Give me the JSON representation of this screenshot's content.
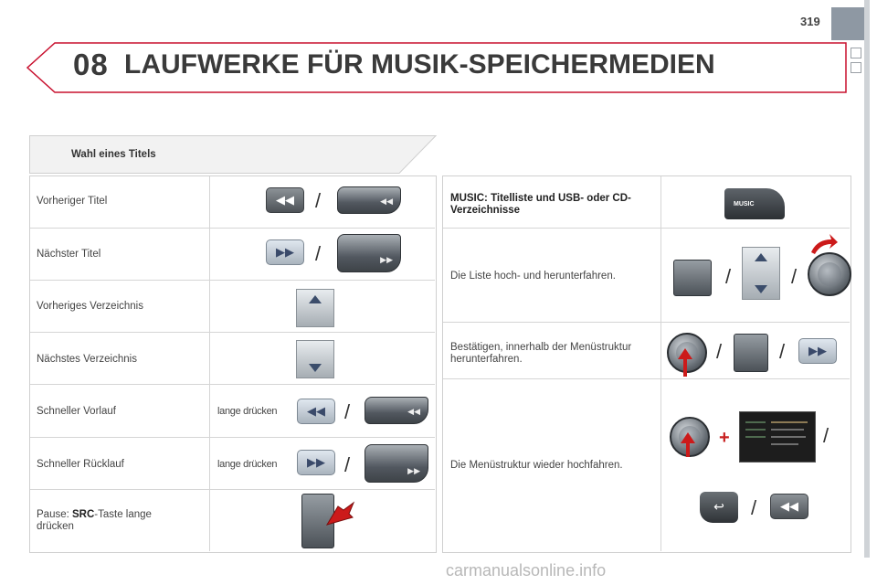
{
  "header": {
    "page_number": "319",
    "chapter": "08",
    "title": "LAUFWERKE FÜR MUSIK-SPEICHERMEDIEN",
    "accent_color": "#c8102e"
  },
  "section": {
    "title": "Wahl eines Titels"
  },
  "left_table": {
    "rows": [
      {
        "label": "Vorheriger Titel",
        "hold": ""
      },
      {
        "label": "Nächster Titel",
        "hold": ""
      },
      {
        "label": "Vorheriges Verzeichnis",
        "hold": ""
      },
      {
        "label": "Nächstes Verzeichnis",
        "hold": ""
      },
      {
        "label": "Schneller Vorlauf",
        "hold": "lange drücken"
      },
      {
        "label": "Schneller Rücklauf",
        "hold": "lange drücken"
      }
    ],
    "pause": {
      "prefix": "Pause: ",
      "key": "SRC",
      "suffix": "-Taste lange drücken"
    }
  },
  "right_table": {
    "rows": [
      {
        "label": "MUSIC: Titelliste und USB- oder CD-Verzeichnisse"
      },
      {
        "label": "Die Liste hoch- und herunterfahren."
      },
      {
        "label": "Bestätigen, innerhalb der Menüstruktur herunterfahren."
      },
      {
        "label": "Die Menüstruktur wieder hochfahren."
      }
    ],
    "music_button_label": "MUSIC"
  },
  "symbols": {
    "slash": "/",
    "plus": "+",
    "rewind": "◀◀",
    "forward": "▶▶",
    "back": "↩"
  },
  "watermark": "carmanualsonline.info"
}
